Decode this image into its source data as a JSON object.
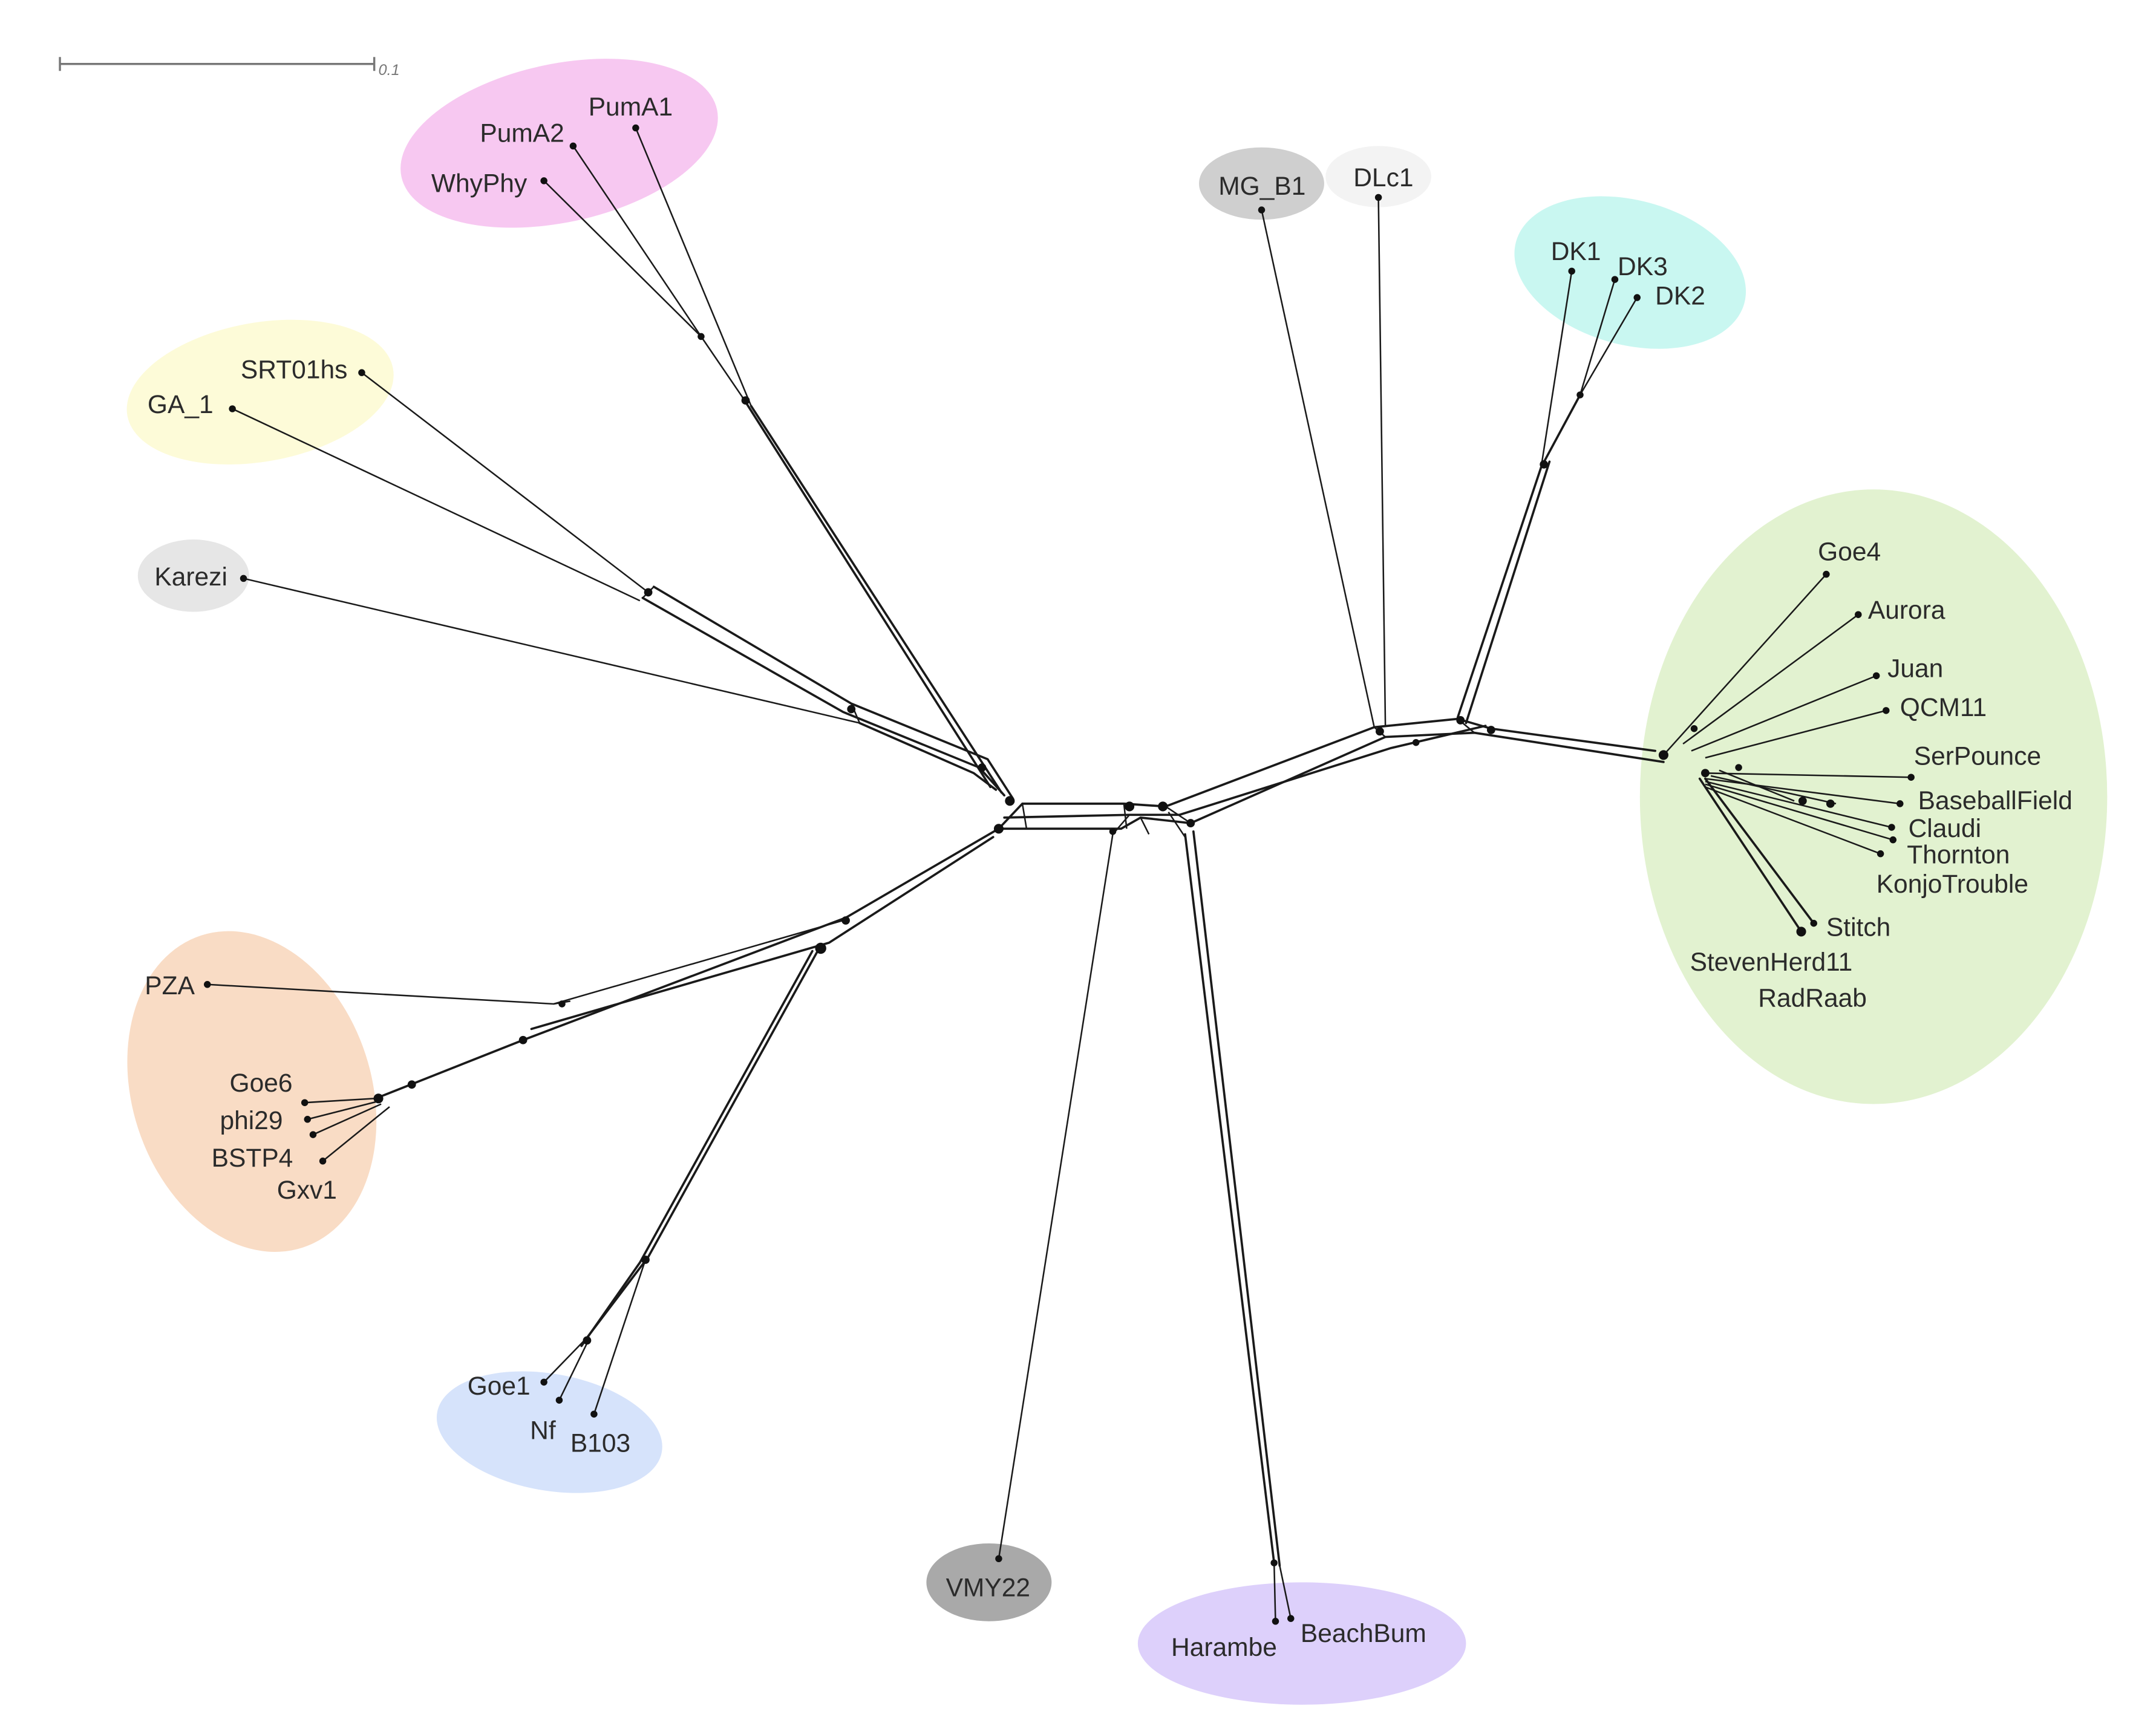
{
  "scale_bar": {
    "value_label": "0.1"
  },
  "cluster_colors": {
    "pink": "#f7c8f1",
    "yellow": "#fdfbd8",
    "grey_light": "#e6e6e6",
    "grey_mid": "#cfcfcf",
    "grey_dark": "#a9a9a9",
    "whiteish": "#f3f3f3",
    "cyan": "#c9f7f1",
    "green": "#e2f2d0",
    "orange": "#f9dcc5",
    "blue": "#d6e3fb",
    "purple": "#ddd0fb"
  },
  "taxa": {
    "pumA1": "PumA1",
    "pumA2": "PumA2",
    "whyPhy": "WhyPhy",
    "srt01hs": "SRT01hs",
    "ga1": "GA_1",
    "karezi": "Karezi",
    "mgB1": "MG_B1",
    "dlc1": "DLc1",
    "dk1": "DK1",
    "dk3": "DK3",
    "dk2": "DK2",
    "goe4": "Goe4",
    "aurora": "Aurora",
    "juan": "Juan",
    "qcm11": "QCM11",
    "serPounce": "SerPounce",
    "baseballField": "BaseballField",
    "claudi": "Claudi",
    "thornton": "Thornton",
    "konjoTrouble": "KonjoTrouble",
    "stitch": "Stitch",
    "stevenHerd11": "StevenHerd11",
    "radRaab": "RadRaab",
    "pza": "PZA",
    "goe6": "Goe6",
    "phi29": "phi29",
    "bstp4": "BSTP4",
    "gxv1": "Gxv1",
    "goe1": "Goe1",
    "nf": "Nf",
    "b103": "B103",
    "vmy22": "VMY22",
    "harambe": "Harambe",
    "beachBum": "BeachBum"
  }
}
